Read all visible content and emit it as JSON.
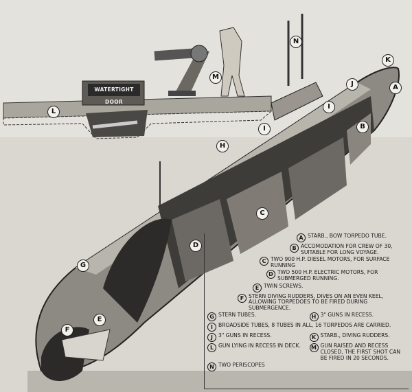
{
  "inset": {
    "door_sign": "WATERTIGHT DOOR"
  },
  "callouts": [
    "A",
    "B",
    "C",
    "D",
    "E",
    "F",
    "G",
    "H",
    "I",
    "I",
    "J",
    "K",
    "L",
    "M",
    "N"
  ],
  "legend": [
    {
      "key": "A",
      "text": "STARB., BOW TORPEDO TUBE."
    },
    {
      "key": "B",
      "text": "ACCOMODATION FOR CREW OF 30, SUITABLE FOR LONG VOYAGE."
    },
    {
      "key": "C",
      "text": "TWO 900 H.P. DIESEL MOTORS, FOR SURFACE RUNNING"
    },
    {
      "key": "D",
      "text": "TWO 500 H.P. ELECTRIC MOTORS, FOR SUBMERGED RUNNING."
    },
    {
      "key": "E",
      "text": "TWIN SCREWS."
    },
    {
      "key": "F",
      "text": "STERN DIVING RUDDERS, DIVES ON AN EVEN KEEL, ALLOWING TORPEDOES TO BE FIRED DURING SUBMERGENCE."
    },
    {
      "key": "G",
      "text": "STERN TUBES."
    },
    {
      "key": "H",
      "text": "3\" GUNS IN RECESS."
    },
    {
      "key": "I",
      "text": "BROADSIDE TUBES, 8 TUBES IN ALL, 16 TORPEDOS ARE CARRIED."
    },
    {
      "key": "J",
      "text": "3\" GUNS IN RECESS."
    },
    {
      "key": "K",
      "text": "STARB., DIVING RUDDERS."
    },
    {
      "key": "L",
      "text": "GUN LYING IN RECESS IN DECK."
    },
    {
      "key": "M",
      "text": "GUN RAISED AND RECESS CLOSED, THE FIRST SHOT CAN BE FIRED IN 20 SECONDS."
    },
    {
      "key": "N",
      "text": "TWO PERISCOPES"
    }
  ]
}
